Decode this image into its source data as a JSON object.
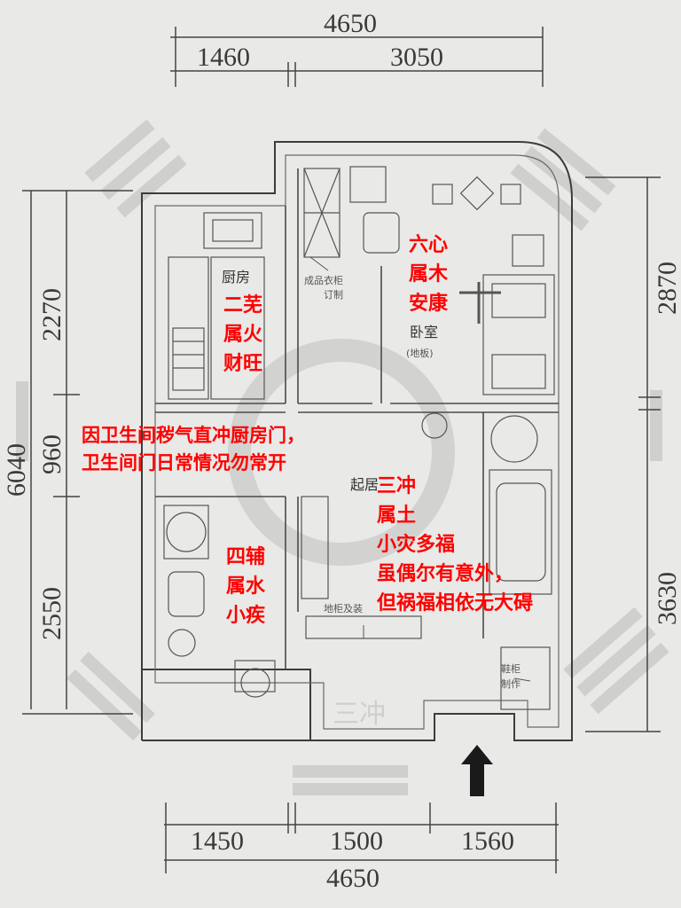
{
  "dimensions": {
    "top_total": "4650",
    "top_left": "1460",
    "top_right": "3050",
    "bottom_left": "1450",
    "bottom_mid": "1500",
    "bottom_right": "1560",
    "bottom_total": "4650",
    "left_top": "2270",
    "left_mid": "960",
    "left_bottom": "2550",
    "left_total": "6040",
    "right_top": "2870",
    "right_bottom": "3630"
  },
  "rooms": {
    "kitchen": "厨房",
    "bedroom": "卧室",
    "bedroom_floor": "(地板)",
    "living": "起居",
    "wardrobe": "成品衣柜",
    "wardrobe_2": "订制",
    "tv_cabinet": "地柜及装",
    "shoe_cabinet_1": "鞋柜",
    "shoe_cabinet_2": "制作"
  },
  "annotations": {
    "liuxin": [
      "六心",
      "属木",
      "安康"
    ],
    "erwu": [
      "二芜",
      "属火",
      "财旺"
    ],
    "warning": [
      "因卫生间秽气直冲厨房门，",
      "卫生间门日常情况勿常开"
    ],
    "sanchong": [
      "三冲",
      "属土",
      "小灾多福",
      "虽偶尔有意外，",
      "但祸福相依无大碍"
    ],
    "sifu": [
      "四辅",
      "属水",
      "小疾"
    ]
  },
  "watermark": "三冲"
}
